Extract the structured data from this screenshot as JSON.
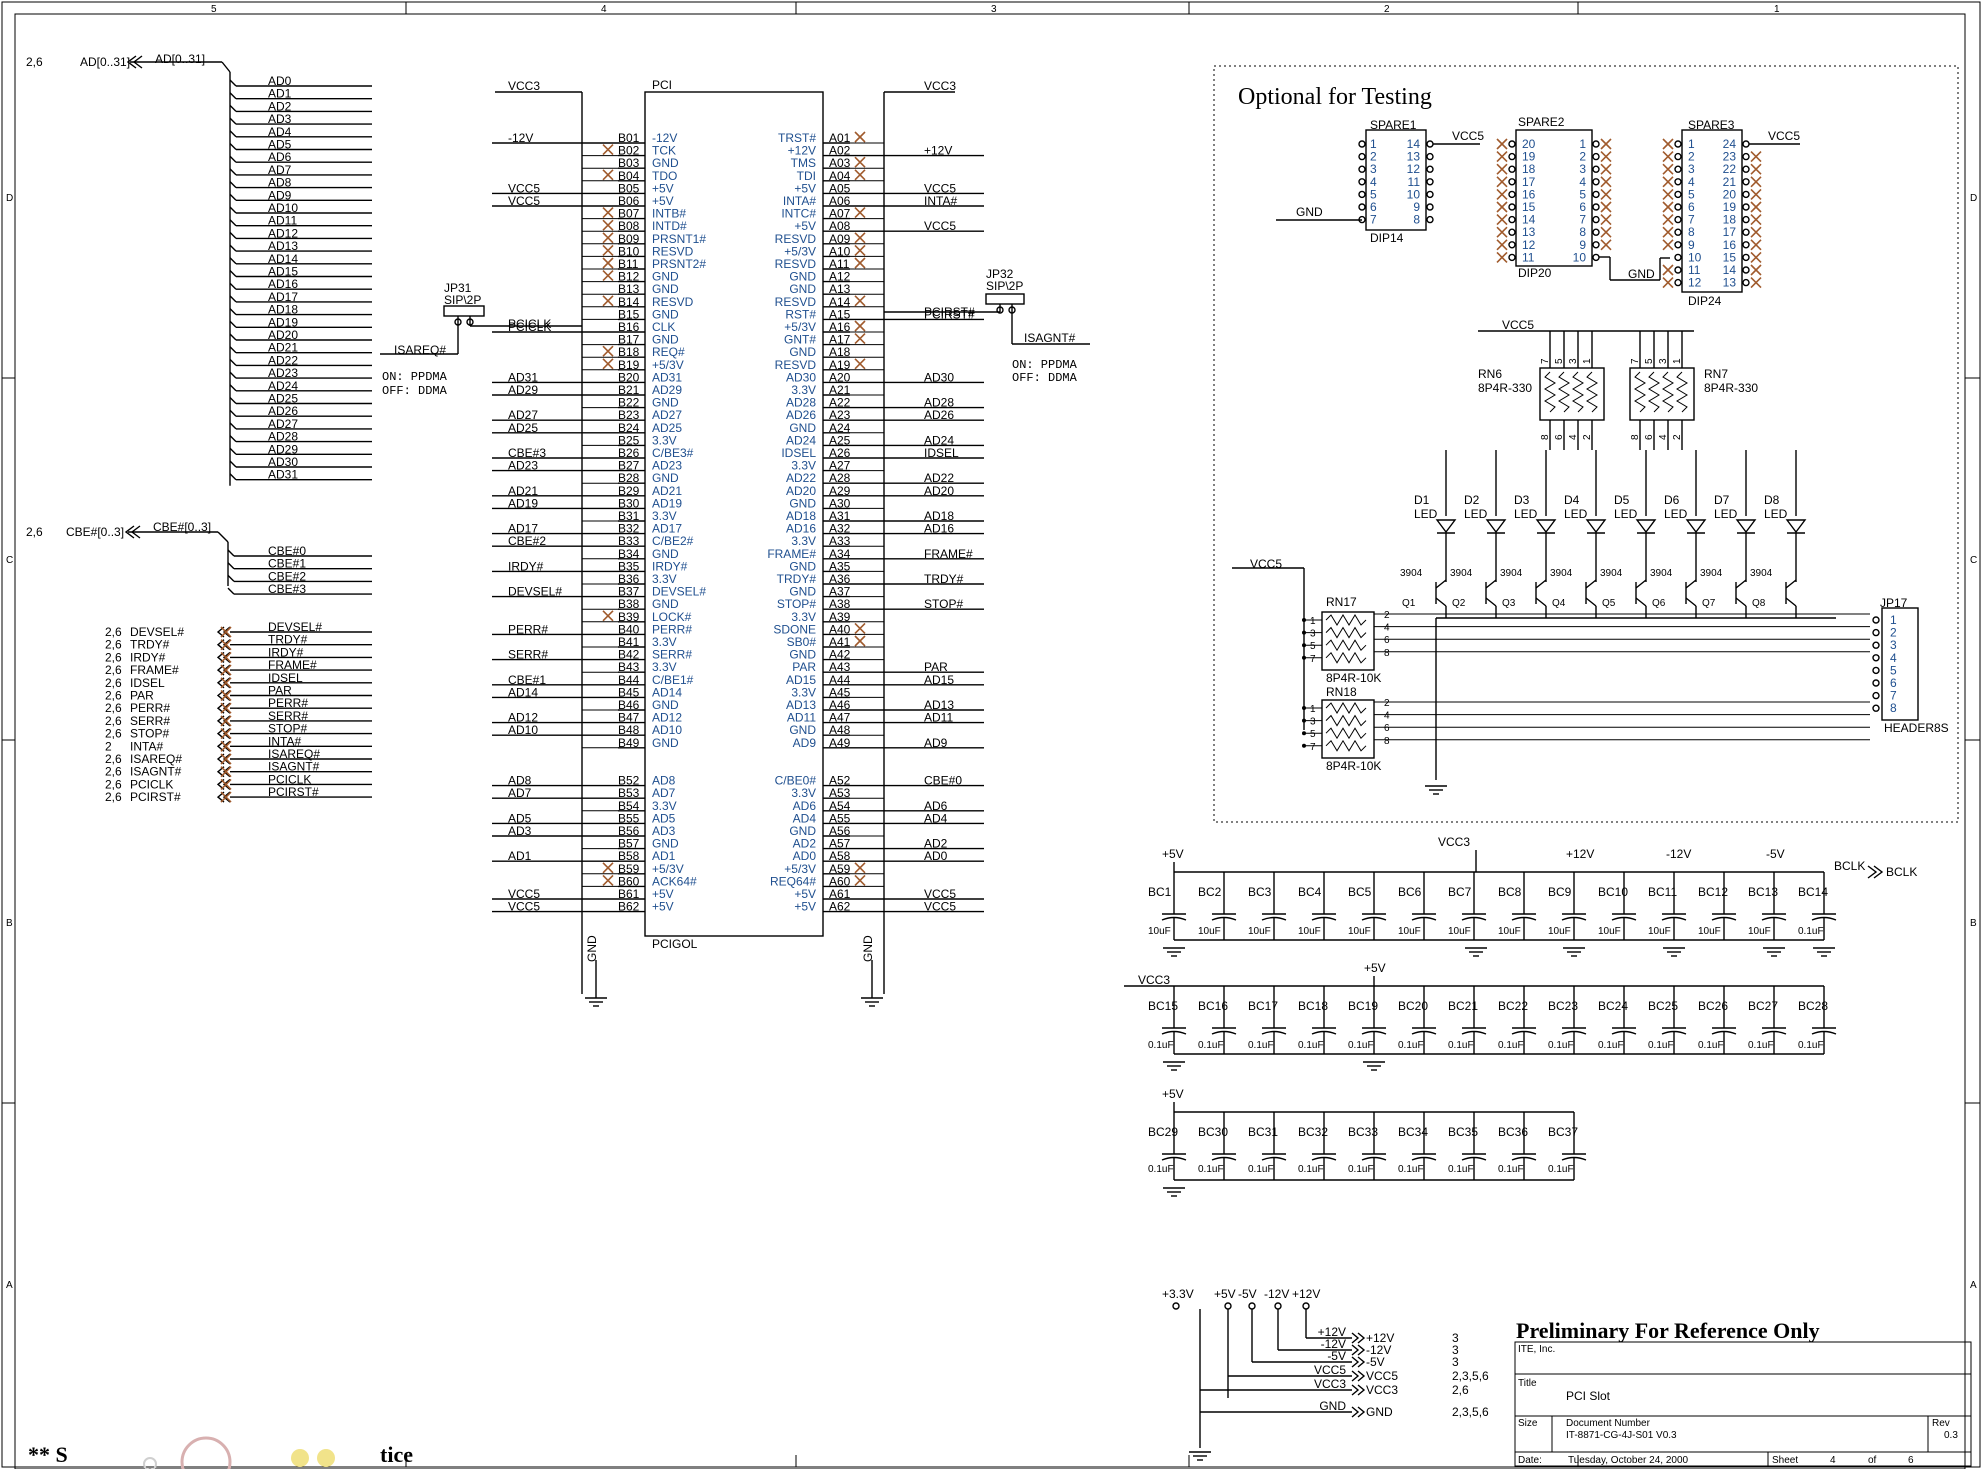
{
  "frame": {
    "cols": [
      "5",
      "4",
      "3",
      "2",
      "1"
    ],
    "rows": [
      "D",
      "C",
      "B",
      "A"
    ]
  },
  "bus": {
    "ad_ref": "2,6",
    "ad_name": "AD[0..31]",
    "ad_label": "AD[0..31]",
    "ad_lines": [
      "AD0",
      "AD1",
      "AD2",
      "AD3",
      "AD4",
      "AD5",
      "AD6",
      "AD7",
      "AD8",
      "AD9",
      "AD10",
      "AD11",
      "AD12",
      "AD13",
      "AD14",
      "AD15",
      "AD16",
      "AD17",
      "AD18",
      "AD19",
      "AD20",
      "AD21",
      "AD22",
      "AD23",
      "AD24",
      "AD25",
      "AD26",
      "AD27",
      "AD28",
      "AD29",
      "AD30",
      "AD31"
    ],
    "cbe_ref": "2,6",
    "cbe_name": "CBE#[0..3]",
    "cbe_label": "CBE#[0..3]",
    "cbe_lines": [
      "CBE#0",
      "CBE#1",
      "CBE#2",
      "CBE#3"
    ]
  },
  "ctrl": {
    "refs": [
      "2,6",
      "2,6",
      "2,6",
      "2,6",
      "2,6",
      "2,6",
      "2,6",
      "2,6",
      "2,6",
      "2",
      "2,6",
      "2,6",
      "2,6",
      "2,6"
    ],
    "names": [
      "DEVSEL#",
      "TRDY#",
      "IRDY#",
      "FRAME#",
      "IDSEL",
      "PAR",
      "PERR#",
      "SERR#",
      "STOP#",
      "INTA#",
      "ISAREQ#",
      "ISAGNT#",
      "PCICLK",
      "PCIRST#"
    ]
  },
  "jumpers": {
    "jp31": {
      "ref": "JP31",
      "type": "SIP\\2P",
      "net_left": "ISAREQ#",
      "net_top": "PCICLK",
      "note_on": "ON:  PPDMA",
      "note_off": "OFF: DDMA"
    },
    "jp32": {
      "ref": "JP32",
      "type": "SIP\\2P",
      "net_left": "PCIRST#",
      "net_right": "ISAGNT#",
      "note_on": "ON:  PPDMA",
      "note_off": "OFF: DDMA"
    }
  },
  "pci": {
    "ref": "PCI",
    "value": "PCIGOL",
    "vcc3_left": "VCC3",
    "vcc3_right": "VCC3",
    "gnd_left": "GND",
    "gnd_right": "GND",
    "b": [
      [
        "B01",
        "-12V",
        "-12V"
      ],
      [
        "B02",
        "TCK",
        ""
      ],
      [
        "B03",
        "GND",
        ""
      ],
      [
        "B04",
        "TDO",
        ""
      ],
      [
        "B05",
        "+5V",
        "VCC5"
      ],
      [
        "B06",
        "+5V",
        "VCC5"
      ],
      [
        "B07",
        "INTB#",
        ""
      ],
      [
        "B08",
        "INTD#",
        ""
      ],
      [
        "B09",
        "PRSNT1#",
        ""
      ],
      [
        "B10",
        "RESVD",
        ""
      ],
      [
        "B11",
        "PRSNT2#",
        ""
      ],
      [
        "B12",
        "GND",
        ""
      ],
      [
        "B13",
        "GND",
        ""
      ],
      [
        "B14",
        "RESVD",
        ""
      ],
      [
        "B15",
        "GND",
        ""
      ],
      [
        "B16",
        "CLK",
        "PCICLK"
      ],
      [
        "B17",
        "GND",
        ""
      ],
      [
        "B18",
        "REQ#",
        ""
      ],
      [
        "B19",
        "+5/3V",
        ""
      ],
      [
        "B20",
        "AD31",
        "AD31"
      ],
      [
        "B21",
        "AD29",
        "AD29"
      ],
      [
        "B22",
        "GND",
        ""
      ],
      [
        "B23",
        "AD27",
        "AD27"
      ],
      [
        "B24",
        "AD25",
        "AD25"
      ],
      [
        "B25",
        "3.3V",
        ""
      ],
      [
        "B26",
        "C/BE3#",
        "CBE#3"
      ],
      [
        "B27",
        "AD23",
        "AD23"
      ],
      [
        "B28",
        "GND",
        ""
      ],
      [
        "B29",
        "AD21",
        "AD21"
      ],
      [
        "B30",
        "AD19",
        "AD19"
      ],
      [
        "B31",
        "3.3V",
        ""
      ],
      [
        "B32",
        "AD17",
        "AD17"
      ],
      [
        "B33",
        "C/BE2#",
        "CBE#2"
      ],
      [
        "B34",
        "GND",
        ""
      ],
      [
        "B35",
        "IRDY#",
        "IRDY#"
      ],
      [
        "B36",
        "3.3V",
        ""
      ],
      [
        "B37",
        "DEVSEL#",
        "DEVSEL#"
      ],
      [
        "B38",
        "GND",
        ""
      ],
      [
        "B39",
        "LOCK#",
        ""
      ],
      [
        "B40",
        "PERR#",
        "PERR#"
      ],
      [
        "B41",
        "3.3V",
        ""
      ],
      [
        "B42",
        "SERR#",
        "SERR#"
      ],
      [
        "B43",
        "3.3V",
        ""
      ],
      [
        "B44",
        "C/BE1#",
        "CBE#1"
      ],
      [
        "B45",
        "AD14",
        "AD14"
      ],
      [
        "B46",
        "GND",
        ""
      ],
      [
        "B47",
        "AD12",
        "AD12"
      ],
      [
        "B48",
        "AD10",
        "AD10"
      ],
      [
        "B49",
        "GND",
        ""
      ]
    ],
    "b2": [
      [
        "B52",
        "AD8",
        "AD8"
      ],
      [
        "B53",
        "AD7",
        "AD7"
      ],
      [
        "B54",
        "3.3V",
        ""
      ],
      [
        "B55",
        "AD5",
        "AD5"
      ],
      [
        "B56",
        "AD3",
        "AD3"
      ],
      [
        "B57",
        "GND",
        ""
      ],
      [
        "B58",
        "AD1",
        "AD1"
      ],
      [
        "B59",
        "+5/3V",
        ""
      ],
      [
        "B60",
        "ACK64#",
        ""
      ],
      [
        "B61",
        "+5V",
        "VCC5"
      ],
      [
        "B62",
        "+5V",
        "VCC5"
      ]
    ],
    "a": [
      [
        "A01",
        "TRST#",
        ""
      ],
      [
        "A02",
        "+12V",
        "+12V"
      ],
      [
        "A03",
        "TMS",
        ""
      ],
      [
        "A04",
        "TDI",
        ""
      ],
      [
        "A05",
        "+5V",
        "VCC5"
      ],
      [
        "A06",
        "INTA#",
        "INTA#"
      ],
      [
        "A07",
        "INTC#",
        ""
      ],
      [
        "A08",
        "+5V",
        "VCC5"
      ],
      [
        "A09",
        "RESVD",
        ""
      ],
      [
        "A10",
        "+5/3V",
        ""
      ],
      [
        "A11",
        "RESVD",
        ""
      ],
      [
        "A12",
        "GND",
        ""
      ],
      [
        "A13",
        "GND",
        ""
      ],
      [
        "A14",
        "RESVD",
        ""
      ],
      [
        "A15",
        "RST#",
        "PCIRST#"
      ],
      [
        "A16",
        "+5/3V",
        ""
      ],
      [
        "A17",
        "GNT#",
        ""
      ],
      [
        "A18",
        "GND",
        ""
      ],
      [
        "A19",
        "RESVD",
        ""
      ],
      [
        "A20",
        "AD30",
        "AD30"
      ],
      [
        "A21",
        "3.3V",
        ""
      ],
      [
        "A22",
        "AD28",
        "AD28"
      ],
      [
        "A23",
        "AD26",
        "AD26"
      ],
      [
        "A24",
        "GND",
        ""
      ],
      [
        "A25",
        "AD24",
        "AD24"
      ],
      [
        "A26",
        "IDSEL",
        "IDSEL"
      ],
      [
        "A27",
        "3.3V",
        ""
      ],
      [
        "A28",
        "AD22",
        "AD22"
      ],
      [
        "A29",
        "AD20",
        "AD20"
      ],
      [
        "A30",
        "GND",
        ""
      ],
      [
        "A31",
        "AD18",
        "AD18"
      ],
      [
        "A32",
        "AD16",
        "AD16"
      ],
      [
        "A33",
        "3.3V",
        ""
      ],
      [
        "A34",
        "FRAME#",
        "FRAME#"
      ],
      [
        "A35",
        "GND",
        ""
      ],
      [
        "A36",
        "TRDY#",
        "TRDY#"
      ],
      [
        "A37",
        "GND",
        ""
      ],
      [
        "A38",
        "STOP#",
        "STOP#"
      ],
      [
        "A39",
        "3.3V",
        ""
      ],
      [
        "A40",
        "SDONE",
        ""
      ],
      [
        "A41",
        "SB0#",
        ""
      ],
      [
        "A42",
        "GND",
        ""
      ],
      [
        "A43",
        "PAR",
        "PAR"
      ],
      [
        "A44",
        "AD15",
        "AD15"
      ],
      [
        "A45",
        "3.3V",
        ""
      ],
      [
        "A46",
        "AD13",
        "AD13"
      ],
      [
        "A47",
        "AD11",
        "AD11"
      ],
      [
        "A48",
        "GND",
        ""
      ],
      [
        "A49",
        "AD9",
        "AD9"
      ]
    ],
    "a2": [
      [
        "A52",
        "C/BE0#",
        "CBE#0"
      ],
      [
        "A53",
        "3.3V",
        ""
      ],
      [
        "A54",
        "AD6",
        "AD6"
      ],
      [
        "A55",
        "AD4",
        "AD4"
      ],
      [
        "A56",
        "GND",
        ""
      ],
      [
        "A57",
        "AD2",
        "AD2"
      ],
      [
        "A58",
        "AD0",
        "AD0"
      ],
      [
        "A59",
        "+5/3V",
        ""
      ],
      [
        "A60",
        "REQ64#",
        ""
      ],
      [
        "A61",
        "+5V",
        "VCC5"
      ],
      [
        "A62",
        "+5V",
        "VCC5"
      ]
    ]
  },
  "testing": {
    "title": "Optional for Testing",
    "spare1": {
      "ref": "SPARE1",
      "type": "DIP14",
      "net": "VCC5",
      "gnd": "GND",
      "left": [
        "1",
        "2",
        "3",
        "4",
        "5",
        "6",
        "7"
      ],
      "right": [
        "14",
        "13",
        "12",
        "11",
        "10",
        "9",
        "8"
      ]
    },
    "spare2": {
      "ref": "SPARE2",
      "type": "DIP20",
      "left": [
        "20",
        "19",
        "18",
        "17",
        "16",
        "15",
        "14",
        "13",
        "12",
        "11"
      ],
      "right": [
        "1",
        "2",
        "3",
        "4",
        "5",
        "6",
        "7",
        "8",
        "9",
        "10"
      ],
      "gnd": "GND"
    },
    "spare3": {
      "ref": "SPARE3",
      "type": "DIP24",
      "net": "VCC5",
      "left": [
        "1",
        "2",
        "3",
        "4",
        "5",
        "6",
        "7",
        "8",
        "9",
        "10",
        "11",
        "12"
      ],
      "right": [
        "24",
        "23",
        "22",
        "21",
        "20",
        "19",
        "18",
        "17",
        "16",
        "15",
        "14",
        "13"
      ]
    },
    "rn6": {
      "ref": "RN6",
      "value": "8P4R-330",
      "top": [
        "7",
        "5",
        "3",
        "1"
      ],
      "bottom": [
        "8",
        "6",
        "4",
        "2"
      ]
    },
    "rn7": {
      "ref": "RN7",
      "value": "8P4R-330",
      "top": [
        "7",
        "5",
        "3",
        "1"
      ],
      "bottom": [
        "8",
        "6",
        "4",
        "2"
      ]
    },
    "vcc_top": "VCC5",
    "vcc_left": "VCC5",
    "leds": [
      "D1",
      "D2",
      "D3",
      "D4",
      "D5",
      "D6",
      "D7",
      "D8"
    ],
    "led_value": "LED",
    "qs": [
      "Q1",
      "Q2",
      "Q3",
      "Q4",
      "Q5",
      "Q6",
      "Q7",
      "Q8"
    ],
    "q_value": "3904",
    "rn17": {
      "ref": "RN17",
      "value": "8P4R-10K",
      "left": [
        "1",
        "3",
        "5",
        "7"
      ],
      "right": [
        "2",
        "4",
        "6",
        "8"
      ]
    },
    "rn18": {
      "ref": "RN18",
      "value": "8P4R-10K",
      "left": [
        "1",
        "3",
        "5",
        "7"
      ],
      "right": [
        "2",
        "4",
        "6",
        "8"
      ]
    },
    "jp17": {
      "ref": "JP17",
      "type": "HEADER8S",
      "pins": [
        "1",
        "2",
        "3",
        "4",
        "5",
        "6",
        "7",
        "8"
      ]
    }
  },
  "caps": {
    "row1_nets": {
      "p5": "+5V",
      "vcc3": "VCC3",
      "p12": "+12V",
      "m12": "-12V",
      "m5": "-5V",
      "bclk": "BCLK",
      "bclk_out": "BCLK"
    },
    "row1": [
      [
        "BC1",
        "10uF"
      ],
      [
        "BC2",
        "10uF"
      ],
      [
        "BC3",
        "10uF"
      ],
      [
        "BC4",
        "10uF"
      ],
      [
        "BC5",
        "10uF"
      ],
      [
        "BC6",
        "10uF"
      ],
      [
        "BC7",
        "10uF"
      ],
      [
        "BC8",
        "10uF"
      ],
      [
        "BC9",
        "10uF"
      ],
      [
        "BC10",
        "10uF"
      ],
      [
        "BC11",
        "10uF"
      ],
      [
        "BC12",
        "10uF"
      ],
      [
        "BC13",
        "10uF"
      ],
      [
        "BC14",
        "0.1uF"
      ]
    ],
    "row2_nets": {
      "vcc3": "VCC3",
      "p5": "+5V"
    },
    "row2": [
      [
        "BC15",
        "0.1uF"
      ],
      [
        "BC16",
        "0.1uF"
      ],
      [
        "BC17",
        "0.1uF"
      ],
      [
        "BC18",
        "0.1uF"
      ],
      [
        "BC19",
        "0.1uF"
      ],
      [
        "BC20",
        "0.1uF"
      ],
      [
        "BC21",
        "0.1uF"
      ],
      [
        "BC22",
        "0.1uF"
      ],
      [
        "BC23",
        "0.1uF"
      ],
      [
        "BC24",
        "0.1uF"
      ],
      [
        "BC25",
        "0.1uF"
      ],
      [
        "BC26",
        "0.1uF"
      ],
      [
        "BC27",
        "0.1uF"
      ],
      [
        "BC28",
        "0.1uF"
      ]
    ],
    "row3_net": "+5V",
    "row3": [
      [
        "BC29",
        "0.1uF"
      ],
      [
        "BC30",
        "0.1uF"
      ],
      [
        "BC31",
        "0.1uF"
      ],
      [
        "BC32",
        "0.1uF"
      ],
      [
        "BC33",
        "0.1uF"
      ],
      [
        "BC34",
        "0.1uF"
      ],
      [
        "BC35",
        "0.1uF"
      ],
      [
        "BC36",
        "0.1uF"
      ],
      [
        "BC37",
        "0.1uF"
      ]
    ]
  },
  "power": {
    "tops": [
      "+3.3V",
      "+5V",
      "-5V",
      "-12V",
      "+12V"
    ],
    "ports": [
      [
        "+12V",
        "+12V",
        "3"
      ],
      [
        "-12V",
        "-12V",
        "3"
      ],
      [
        "-5V",
        "-5V",
        "3"
      ],
      [
        "VCC5",
        "VCC5",
        "2,3,5,6"
      ],
      [
        "VCC3",
        "VCC3",
        "2,6"
      ],
      [
        "GND",
        "GND",
        "2,3,5,6"
      ]
    ]
  },
  "title_block": {
    "banner": "Preliminary For Reference Only",
    "company": "ITE, Inc.",
    "title_label": "Title",
    "title": "PCI Slot",
    "size_label": "Size",
    "docnum_label": "Document Number",
    "docnum": "IT-8871-CG-4J-S01 V0.3",
    "rev_label": "Rev",
    "rev": "0.3",
    "date_label": "Date:",
    "date": "Tuesday, October 24, 2000",
    "sheet_label": "Sheet",
    "sheet": "4",
    "of_label": "of",
    "sheets": "6"
  },
  "footer": {
    "left": "** S",
    "right": "tice"
  }
}
